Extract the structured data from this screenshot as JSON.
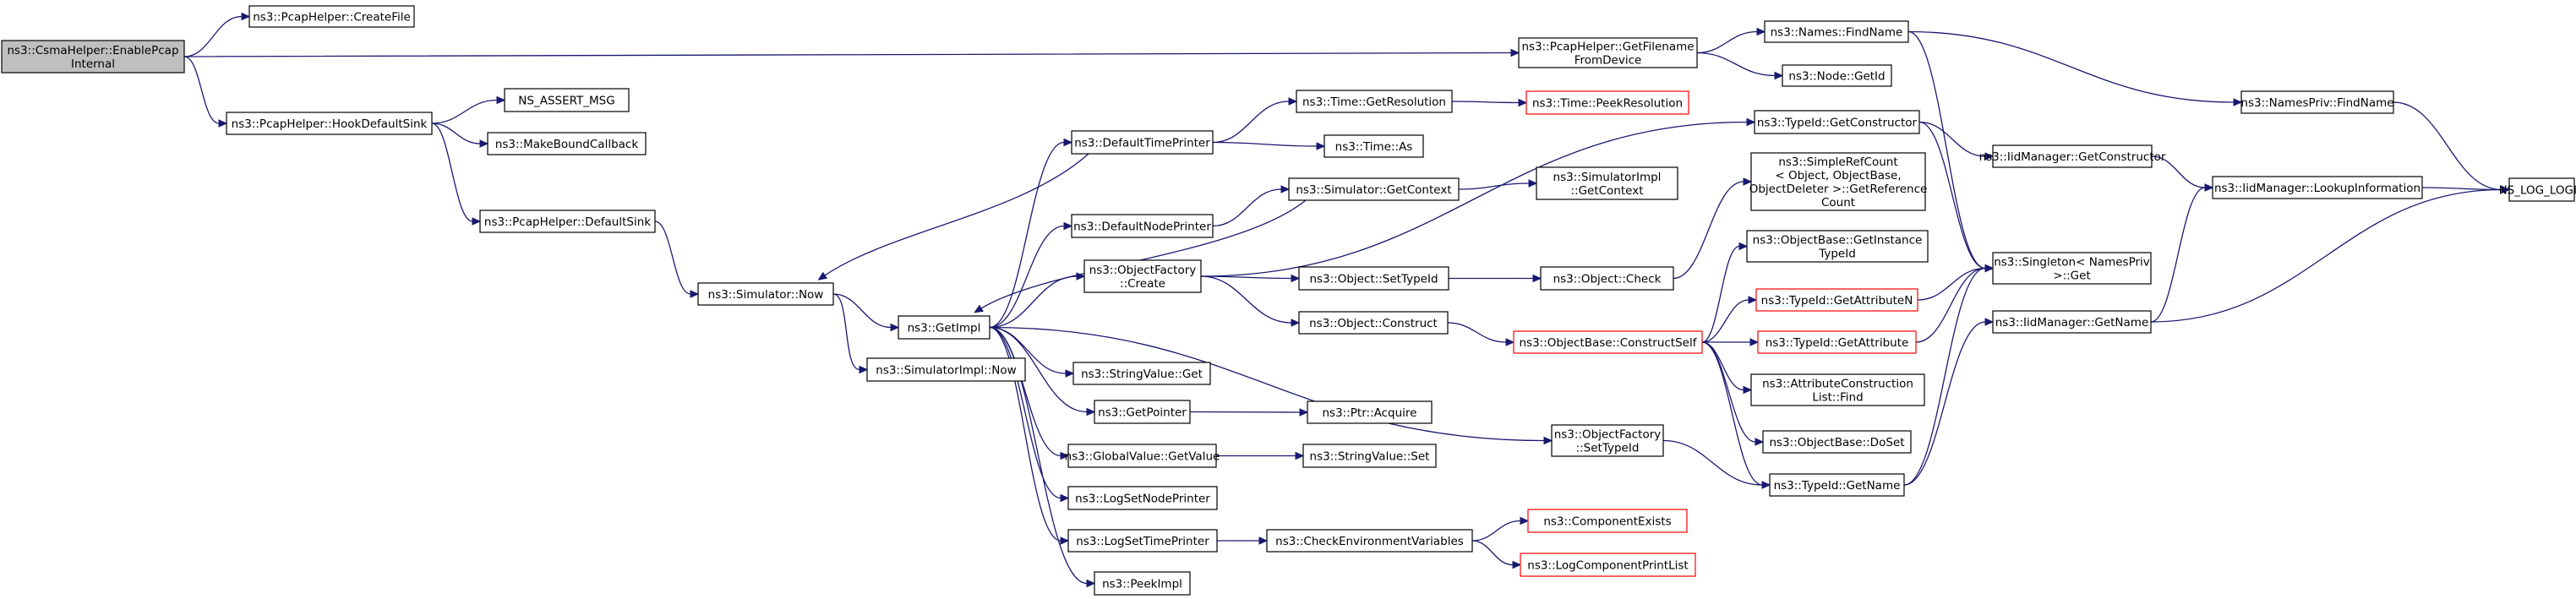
{
  "nodes": [
    {
      "id": "root",
      "lines": [
        "ns3::CsmaHelper::EnablePcap",
        "Internal"
      ],
      "kind": "root"
    },
    {
      "id": "pcap_create",
      "lines": [
        "ns3::PcapHelper::CreateFile"
      ]
    },
    {
      "id": "pcap_getfn",
      "lines": [
        "ns3::PcapHelper::GetFilename",
        "FromDevice"
      ]
    },
    {
      "id": "names_find",
      "lines": [
        "ns3::Names::FindName"
      ]
    },
    {
      "id": "node_getid",
      "lines": [
        "ns3::Node::GetId"
      ]
    },
    {
      "id": "namespriv_find",
      "lines": [
        "ns3::NamesPriv::FindName"
      ]
    },
    {
      "id": "ns_log_logic",
      "lines": [
        "NS_LOG_LOGIC"
      ]
    },
    {
      "id": "pcap_hook",
      "lines": [
        "ns3::PcapHelper::HookDefaultSink"
      ]
    },
    {
      "id": "ns_assert",
      "lines": [
        "NS_ASSERT_MSG"
      ]
    },
    {
      "id": "make_bound",
      "lines": [
        "ns3::MakeBoundCallback"
      ]
    },
    {
      "id": "pcap_default",
      "lines": [
        "ns3::PcapHelper::DefaultSink"
      ]
    },
    {
      "id": "sim_now",
      "lines": [
        "ns3::Simulator::Now"
      ]
    },
    {
      "id": "simimpl_now",
      "lines": [
        "ns3::SimulatorImpl::Now"
      ]
    },
    {
      "id": "getimpl",
      "lines": [
        "ns3::GetImpl"
      ]
    },
    {
      "id": "default_time_printer",
      "lines": [
        "ns3::DefaultTimePrinter"
      ]
    },
    {
      "id": "time_getres",
      "lines": [
        "ns3::Time::GetResolution"
      ]
    },
    {
      "id": "time_peekres",
      "lines": [
        "ns3::Time::PeekResolution"
      ],
      "kind": "trunc"
    },
    {
      "id": "time_as",
      "lines": [
        "ns3::Time::As"
      ]
    },
    {
      "id": "sim_getctx",
      "lines": [
        "ns3::Simulator::GetContext"
      ]
    },
    {
      "id": "simimpl_getctx",
      "lines": [
        "ns3::SimulatorImpl",
        "::GetContext"
      ]
    },
    {
      "id": "default_node_printer",
      "lines": [
        "ns3::DefaultNodePrinter"
      ]
    },
    {
      "id": "objfactory_create",
      "lines": [
        "ns3::ObjectFactory",
        "::Create"
      ]
    },
    {
      "id": "object_settypeid",
      "lines": [
        "ns3::Object::SetTypeId"
      ]
    },
    {
      "id": "object_check",
      "lines": [
        "ns3::Object::Check"
      ]
    },
    {
      "id": "object_construct",
      "lines": [
        "ns3::Object::Construct"
      ]
    },
    {
      "id": "stringvalue_get",
      "lines": [
        "ns3::StringValue::Get"
      ]
    },
    {
      "id": "getpointer",
      "lines": [
        "ns3::GetPointer"
      ]
    },
    {
      "id": "ptr_acquire",
      "lines": [
        "ns3::Ptr::Acquire"
      ]
    },
    {
      "id": "globalvalue_getvalue",
      "lines": [
        "ns3::GlobalValue::GetValue"
      ]
    },
    {
      "id": "stringvalue_set",
      "lines": [
        "ns3::StringValue::Set"
      ]
    },
    {
      "id": "logsetnodeprinter",
      "lines": [
        "ns3::LogSetNodePrinter"
      ]
    },
    {
      "id": "logsettimeprinter",
      "lines": [
        "ns3::LogSetTimePrinter"
      ]
    },
    {
      "id": "check_env",
      "lines": [
        "ns3::CheckEnvironmentVariables"
      ]
    },
    {
      "id": "component_exists",
      "lines": [
        "ns3::ComponentExists"
      ],
      "kind": "trunc"
    },
    {
      "id": "logcomponentprintlist",
      "lines": [
        "ns3::LogComponentPrintList"
      ],
      "kind": "trunc"
    },
    {
      "id": "peekimpl",
      "lines": [
        "ns3::PeekImpl"
      ]
    },
    {
      "id": "typeid_getctor",
      "lines": [
        "ns3::TypeId::GetConstructor"
      ]
    },
    {
      "id": "simplerefcount",
      "lines": [
        "ns3::SimpleRefCount",
        "< Object, ObjectBase,",
        "ObjectDeleter >::GetReference",
        "Count"
      ]
    },
    {
      "id": "objectbase_getinstance",
      "lines": [
        "ns3::ObjectBase::GetInstance",
        "TypeId"
      ]
    },
    {
      "id": "typeid_getattrn",
      "lines": [
        "ns3::TypeId::GetAttributeN"
      ],
      "kind": "trunc"
    },
    {
      "id": "typeid_getattr",
      "lines": [
        "ns3::TypeId::GetAttribute"
      ],
      "kind": "trunc"
    },
    {
      "id": "objectbase_constructself",
      "lines": [
        "ns3::ObjectBase::ConstructSelf"
      ],
      "kind": "trunc"
    },
    {
      "id": "attrconstruction_find",
      "lines": [
        "ns3::AttributeConstruction",
        "List::Find"
      ]
    },
    {
      "id": "objectbase_doset",
      "lines": [
        "ns3::ObjectBase::DoSet"
      ]
    },
    {
      "id": "typeid_getname",
      "lines": [
        "ns3::TypeId::GetName"
      ]
    },
    {
      "id": "objfactory_settypeid",
      "lines": [
        "ns3::ObjectFactory",
        "::SetTypeId"
      ]
    },
    {
      "id": "singleton_get",
      "lines": [
        "ns3::Singleton< NamesPriv",
        ">::Get"
      ]
    },
    {
      "id": "iidmanager_getctor",
      "lines": [
        "ns3::IidManager::GetConstructor"
      ]
    },
    {
      "id": "iidmanager_lookup",
      "lines": [
        "ns3::IidManager::LookupInformation"
      ]
    },
    {
      "id": "iidmanager_getname",
      "lines": [
        "ns3::IidManager::GetName"
      ]
    }
  ],
  "edges": [
    [
      "root",
      "pcap_create"
    ],
    [
      "root",
      "pcap_getfn"
    ],
    [
      "root",
      "pcap_hook"
    ],
    [
      "pcap_getfn",
      "names_find"
    ],
    [
      "pcap_getfn",
      "node_getid"
    ],
    [
      "names_find",
      "namespriv_find"
    ],
    [
      "names_find",
      "singleton_get"
    ],
    [
      "namespriv_find",
      "ns_log_logic"
    ],
    [
      "pcap_hook",
      "ns_assert"
    ],
    [
      "pcap_hook",
      "make_bound"
    ],
    [
      "pcap_hook",
      "pcap_default"
    ],
    [
      "pcap_default",
      "sim_now"
    ],
    [
      "sim_now",
      "getimpl"
    ],
    [
      "sim_now",
      "simimpl_now"
    ],
    [
      "getimpl",
      "default_time_printer"
    ],
    [
      "getimpl",
      "default_node_printer"
    ],
    [
      "getimpl",
      "objfactory_create"
    ],
    [
      "getimpl",
      "stringvalue_get"
    ],
    [
      "getimpl",
      "getpointer"
    ],
    [
      "getimpl",
      "globalvalue_getvalue"
    ],
    [
      "getimpl",
      "logsetnodeprinter"
    ],
    [
      "getimpl",
      "logsettimeprinter"
    ],
    [
      "getimpl",
      "peekimpl"
    ],
    [
      "getimpl",
      "objfactory_settypeid"
    ],
    [
      "default_time_printer",
      "sim_now"
    ],
    [
      "default_time_printer",
      "time_getres"
    ],
    [
      "default_time_printer",
      "time_as"
    ],
    [
      "time_getres",
      "time_peekres"
    ],
    [
      "default_node_printer",
      "sim_getctx"
    ],
    [
      "sim_getctx",
      "getimpl"
    ],
    [
      "sim_getctx",
      "simimpl_getctx"
    ],
    [
      "objfactory_create",
      "typeid_getctor"
    ],
    [
      "objfactory_create",
      "object_settypeid"
    ],
    [
      "objfactory_create",
      "object_construct"
    ],
    [
      "object_settypeid",
      "object_check"
    ],
    [
      "object_check",
      "simplerefcount"
    ],
    [
      "object_construct",
      "objectbase_constructself"
    ],
    [
      "objectbase_constructself",
      "objectbase_getinstance"
    ],
    [
      "objectbase_constructself",
      "typeid_getattrn"
    ],
    [
      "objectbase_constructself",
      "typeid_getattr"
    ],
    [
      "objectbase_constructself",
      "attrconstruction_find"
    ],
    [
      "objectbase_constructself",
      "objectbase_doset"
    ],
    [
      "objectbase_constructself",
      "typeid_getname"
    ],
    [
      "typeid_getctor",
      "iidmanager_getctor"
    ],
    [
      "typeid_getctor",
      "singleton_get"
    ],
    [
      "typeid_getattrn",
      "singleton_get"
    ],
    [
      "typeid_getattr",
      "singleton_get"
    ],
    [
      "typeid_getname",
      "iidmanager_getname"
    ],
    [
      "typeid_getname",
      "singleton_get"
    ],
    [
      "objfactory_settypeid",
      "typeid_getname"
    ],
    [
      "iidmanager_getctor",
      "iidmanager_lookup"
    ],
    [
      "iidmanager_lookup",
      "ns_log_logic"
    ],
    [
      "iidmanager_getname",
      "iidmanager_lookup"
    ],
    [
      "iidmanager_getname",
      "ns_log_logic"
    ],
    [
      "getpointer",
      "ptr_acquire"
    ],
    [
      "globalvalue_getvalue",
      "stringvalue_set"
    ],
    [
      "logsettimeprinter",
      "check_env"
    ],
    [
      "check_env",
      "component_exists"
    ],
    [
      "check_env",
      "logcomponentprintlist"
    ]
  ]
}
